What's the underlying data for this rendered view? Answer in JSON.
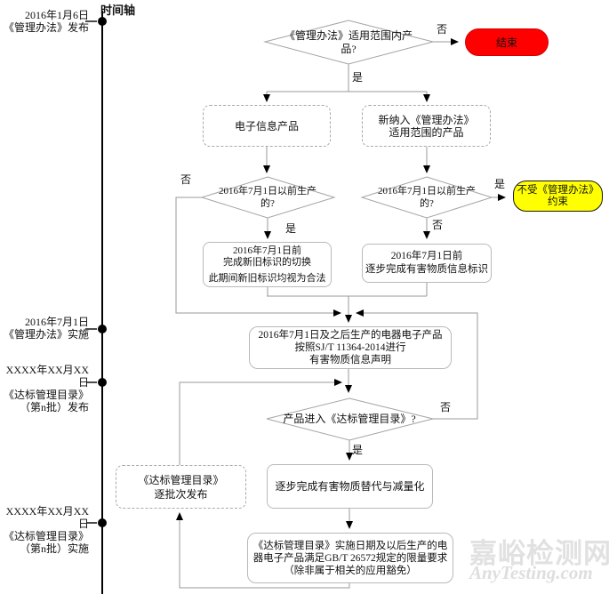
{
  "timeline": {
    "axis_label": "时间轴",
    "milestones": [
      {
        "lines": [
          "2016年1月6日",
          "《管理办法》发布"
        ]
      },
      {
        "lines": [
          "2016年7月1日",
          "《管理办法》实施"
        ]
      },
      {
        "lines": [
          "XXXX年XX月XX日",
          "《达标管理目录》",
          "（第n批）发布"
        ]
      },
      {
        "lines": [
          "XXXX年XX月XX日",
          "《达标管理目录》",
          "（第n批）实施"
        ]
      }
    ]
  },
  "flowchart": {
    "edge_labels": {
      "yes": "是",
      "no": "否"
    },
    "nodes": {
      "decision_scope": {
        "lines": [
          "《管理办法》适用范围内产",
          "品?"
        ]
      },
      "terminator_end": {
        "label": "结束",
        "fill": "#ff0000"
      },
      "box_eip": {
        "lines": [
          "电子信息产品"
        ]
      },
      "box_new_products": {
        "lines": [
          "新纳入《管理办法》",
          "适用范围的产品"
        ]
      },
      "decision_before_left": {
        "lines": [
          "2016年7月1日以前生产",
          "的?"
        ]
      },
      "decision_before_right": {
        "lines": [
          "2016年7月1日以前生产",
          "的?"
        ]
      },
      "terminator_exempt": {
        "lines": [
          "不受《管理办法》",
          "约束"
        ],
        "fill": "#ffff00"
      },
      "box_label_switch": {
        "lines": [
          "2016年7月1日前",
          "完成新旧标识的切换",
          "",
          "此期间新旧标识均视为合法"
        ]
      },
      "box_hazard_label": {
        "lines": [
          "2016年7月1日前",
          "逐步完成有害物质信息标识"
        ]
      },
      "box_declaration": {
        "lines": [
          "2016年7月1日及之后生产的电器电子产品",
          "按照SJ/T 11364-2014进行",
          "有害物质信息声明"
        ]
      },
      "decision_catalog": {
        "lines": [
          "产品进入《达标管理目录》?"
        ]
      },
      "box_catalog_batches": {
        "lines": [
          "《达标管理目录》",
          "逐批次发布"
        ]
      },
      "box_substitution": {
        "lines": [
          "逐步完成有害物质替代与减量化"
        ]
      },
      "box_limit_requirements": {
        "lines": [
          "《达标管理目录》实施日期及以后生产的电",
          "器电子产品满足GB/T 26572规定的限量要求",
          "（除非属于相关的应用豁免）"
        ]
      }
    }
  },
  "watermark": {
    "brand": "嘉峪检测网",
    "site": "AnyTesting.com"
  }
}
